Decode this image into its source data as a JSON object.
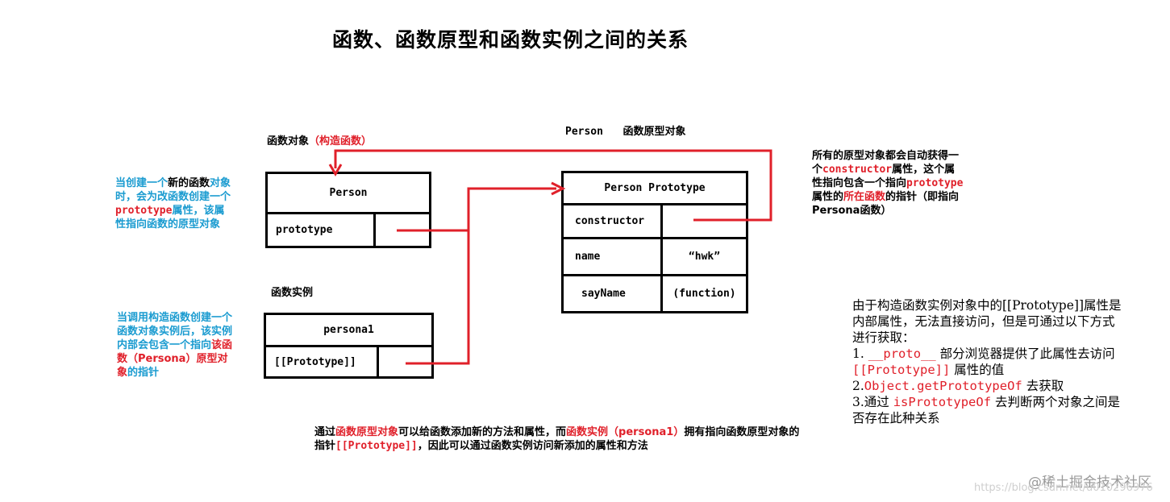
{
  "title": "函数、函数原型和函数实例之间的关系",
  "labels": {
    "func_obj_prefix": "函数对象",
    "func_obj_red": "（构造函数）",
    "proto_header_a": "Person",
    "proto_header_b": "函数原型对象",
    "instance_label": "函数实例"
  },
  "person_box": {
    "title": "Person",
    "row_label": "prototype"
  },
  "instance_box": {
    "title": "persona1",
    "row_label": "[[Prototype]]"
  },
  "proto_box": {
    "title": "Person Prototype",
    "rows": [
      {
        "key": "constructor",
        "value": ""
      },
      {
        "key": "name",
        "value": "“hwk”"
      },
      {
        "key": "sayName",
        "value": "(function)"
      }
    ]
  },
  "left_note_1": {
    "p1": "当创建一个",
    "p2": "新的函数",
    "p3": "对象时，会为改函数创建一个 ",
    "p4": "prototype",
    "p5": "属性，该属性指向函数的原型对象"
  },
  "left_note_2": {
    "p1": "当调用构造函数创建一个函数对象实例后，该实例内部会包含一个指向",
    "p2": "该函数（Persona）原型对象",
    "p3": "的指针"
  },
  "top_right_note": {
    "p1": "所有的原型对象都会自动获得一个",
    "p2": "constructor",
    "p3": "属性，这个属性指向包含一个指向",
    "p4": "prototype",
    "p5": "属性的",
    "p6": "所在函数",
    "p7": "的指针（即指向Persona函数）"
  },
  "bottom_note": {
    "p1": "通过",
    "p2": "函数原型对象",
    "p3": "可以给函数添加新的方法和属性，而",
    "p4": "函数实例（persona1）",
    "p5": "拥有指向函数原型对象的指针",
    "p6": "[[Prototype]]",
    "p7": "，因此可以通过函数实例访问新添加的属性和方法"
  },
  "right_note": {
    "line1": "由于构造函数实例对象中的[[Prototype]]属性是内部属性，无法直接访问，但是可通过以下方式进行获取：",
    "item1_prefix": "1.  ",
    "item1_code": "__proto__",
    "item1_text": " 部分浏览器提供了此属性去访问 ",
    "item1_code2": "[[Prototype]]",
    "item1_text2": " 属性的值",
    "item2_prefix": "2.",
    "item2_code": "Object.getPrototypeOf",
    "item2_text": " 去获取",
    "item3_prefix": "3.通过 ",
    "item3_code": "isPrototypeOf",
    "item3_text": " 去判断两个对象之间是否存在此种关系"
  },
  "watermark": {
    "brand": "@稀土掘金技术社区",
    "url": "https://blog.csdn.net/u010296976"
  },
  "colors": {
    "accent_red": "#e0202a",
    "note_blue": "#1a9bd0",
    "line": "#000000"
  }
}
